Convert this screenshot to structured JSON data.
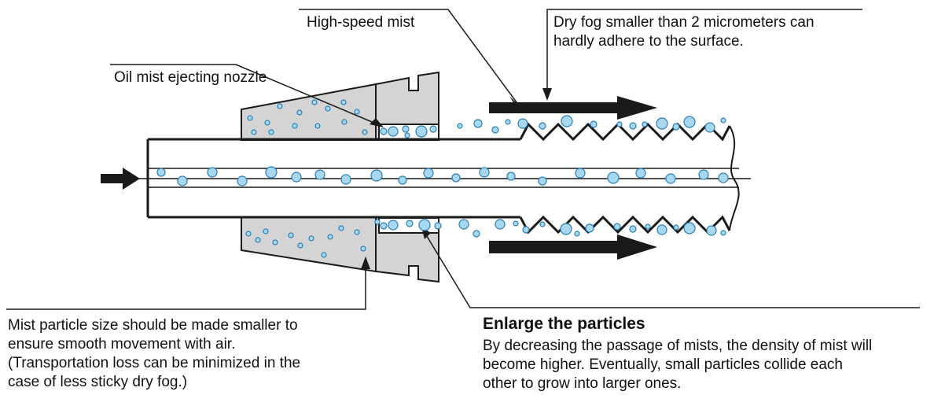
{
  "labels": {
    "high_speed_mist": "High-speed mist",
    "dry_fog": "Dry fog smaller than 2 micrometers can\nhardly adhere to the surface.",
    "nozzle": "Oil mist ejecting nozzle",
    "mist_size": "Mist particle size should be made smaller to\nensure smooth movement with air.\n(Transportation loss can be minimized in the\ncase of less sticky dry fog.)",
    "enlarge_title": "Enlarge the particles",
    "enlarge_body": "By decreasing the passage of mists, the density of mist will\nbecome higher. Eventually, small particles collide each\nother to grow into larger ones."
  },
  "colors": {
    "nozzle_fill": "#d4d4d4",
    "particle_fill": "#a8d8f0",
    "particle_stroke": "#2a7fb5",
    "line": "#1a1a1a"
  }
}
